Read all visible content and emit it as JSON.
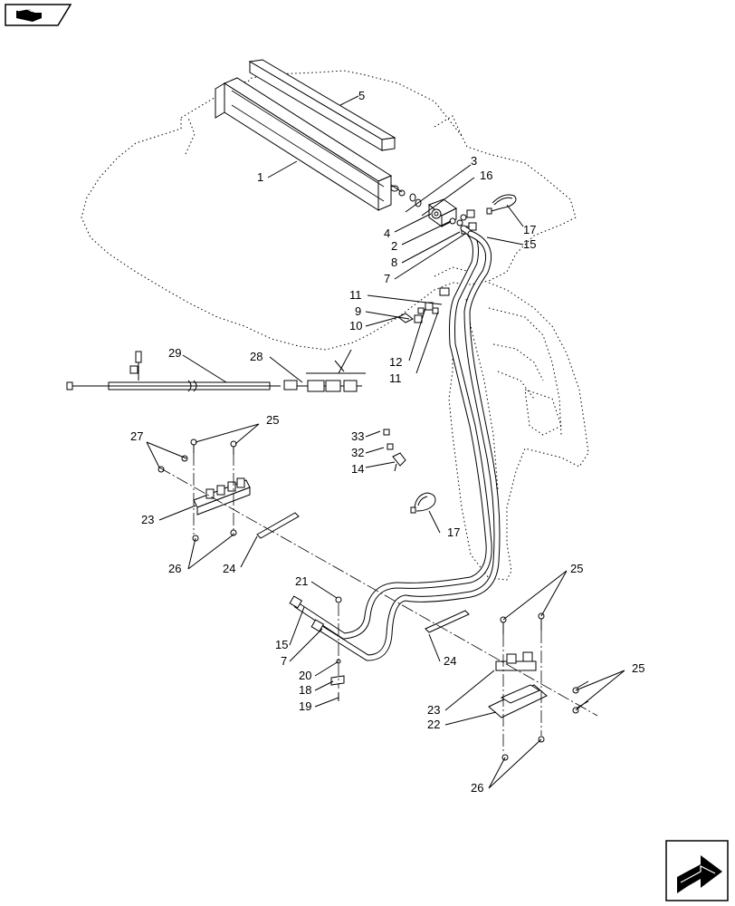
{
  "callouts": [
    {
      "id": "c5",
      "text": "5"
    },
    {
      "id": "c1",
      "text": "1"
    },
    {
      "id": "c3",
      "text": "3"
    },
    {
      "id": "c16",
      "text": "16"
    },
    {
      "id": "c4",
      "text": "4"
    },
    {
      "id": "c17a",
      "text": "17"
    },
    {
      "id": "c2",
      "text": "2"
    },
    {
      "id": "c15a",
      "text": "15"
    },
    {
      "id": "c8",
      "text": "8"
    },
    {
      "id": "c7a",
      "text": "7"
    },
    {
      "id": "c11a",
      "text": "11"
    },
    {
      "id": "c9",
      "text": "9"
    },
    {
      "id": "c10",
      "text": "10"
    },
    {
      "id": "c12",
      "text": "12"
    },
    {
      "id": "c11b",
      "text": "11"
    },
    {
      "id": "c29",
      "text": "29"
    },
    {
      "id": "c28",
      "text": "28"
    },
    {
      "id": "c27",
      "text": "27"
    },
    {
      "id": "c25a",
      "text": "25"
    },
    {
      "id": "c33",
      "text": "33"
    },
    {
      "id": "c32",
      "text": "32"
    },
    {
      "id": "c14",
      "text": "14"
    },
    {
      "id": "c23a",
      "text": "23"
    },
    {
      "id": "c17b",
      "text": "17"
    },
    {
      "id": "c26a",
      "text": "26"
    },
    {
      "id": "c24a",
      "text": "24"
    },
    {
      "id": "c21",
      "text": "21"
    },
    {
      "id": "c25b",
      "text": "25"
    },
    {
      "id": "c15b",
      "text": "15"
    },
    {
      "id": "c7b",
      "text": "7"
    },
    {
      "id": "c24b",
      "text": "24"
    },
    {
      "id": "c20",
      "text": "20"
    },
    {
      "id": "c25c",
      "text": "25"
    },
    {
      "id": "c18",
      "text": "18"
    },
    {
      "id": "c19",
      "text": "19"
    },
    {
      "id": "c23b",
      "text": "23"
    },
    {
      "id": "c22",
      "text": "22"
    },
    {
      "id": "c26b",
      "text": "26"
    }
  ],
  "icons": {
    "top_left": "catalog-book-icon",
    "bottom_right": "next-page-arrow-icon"
  }
}
